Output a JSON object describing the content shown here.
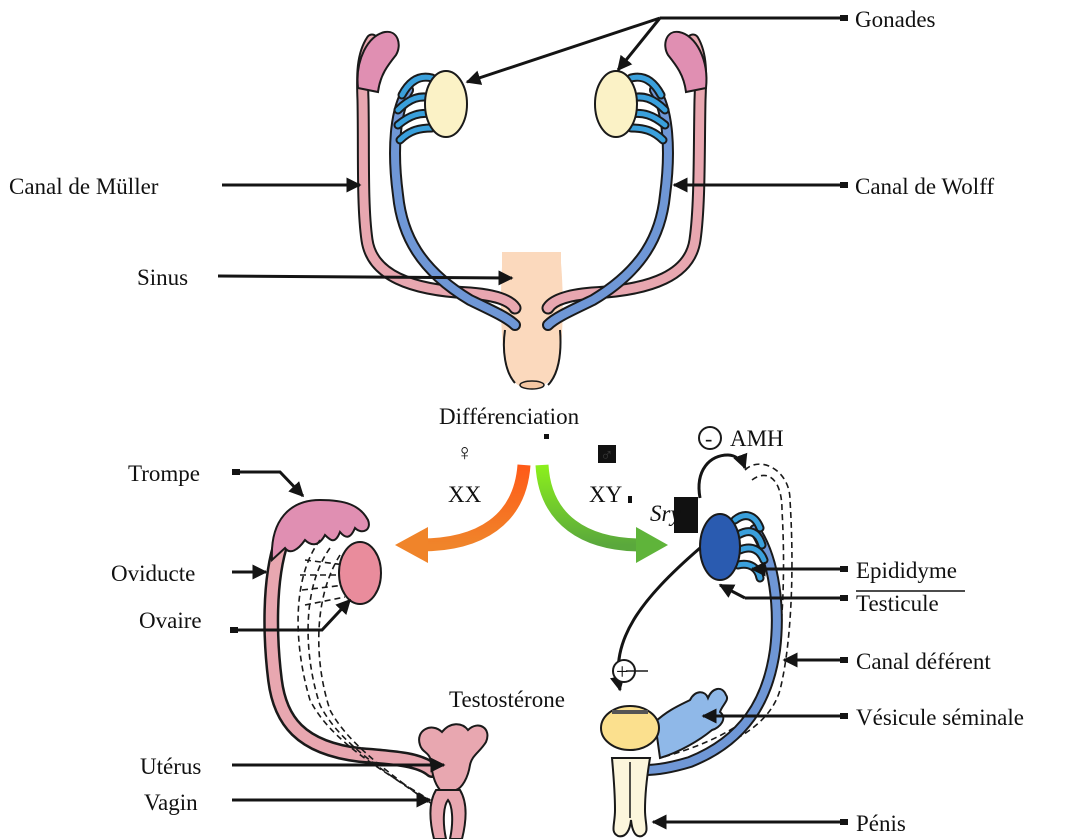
{
  "labels": {
    "gonades": "Gonades",
    "canal_muller": "Canal de Müller",
    "canal_wolff": "Canal de Wolff",
    "sinus": "Sinus",
    "differenciation": "Différenciation",
    "female_symbol": "♀",
    "male_symbol": "♂",
    "xx": "XX",
    "xy": "XY",
    "sry": "Sry",
    "amh": "AMH",
    "minus": "-",
    "plus": "+",
    "trompe": "Trompe",
    "oviducte": "Oviducte",
    "ovaire": "Ovaire",
    "uterus": "Utérus",
    "vagin": "Vagin",
    "epididyme": "Epididyme",
    "testicule": "Testicule",
    "canal_deferent": "Canal déférent",
    "testosterone": "Testostérone",
    "vesicule_seminale": "Vésicule séminale",
    "penis": "Pénis"
  },
  "colors": {
    "muller_pink": "#e08fb2",
    "muller_light": "#e8a7b0",
    "wolff_blue": "#3aa0dc",
    "wolff_light": "#8fb0dc",
    "gonad_cream": "#fbf2c6",
    "sinus_peach": "#fbd9bd",
    "ovary": "#e98c9c",
    "testis": "#2a5bb0",
    "arrow_orange": "#ff6a1a",
    "arrow_green": "#5fb43a",
    "arrow_lime": "#7de02a",
    "prostate": "#fbe08e",
    "vesicle": "#8fb8e8"
  }
}
